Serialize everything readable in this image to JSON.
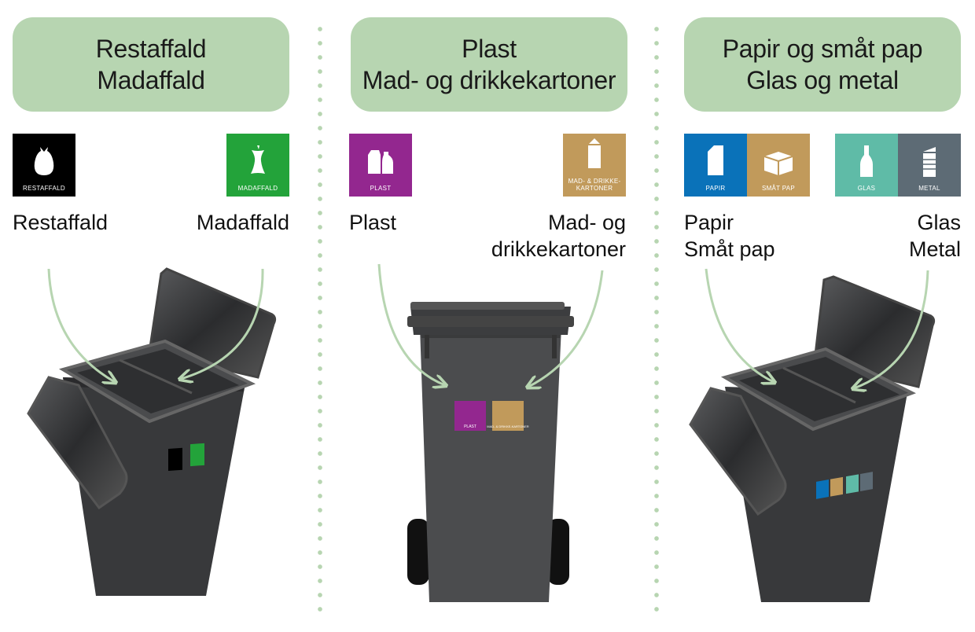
{
  "colors": {
    "header_bg": "#b7d5b1",
    "restaffald": "#000000",
    "madaffald": "#23a33a",
    "plast": "#93278f",
    "mad_drikkekartoner": "#c19a5b",
    "papir": "#0a72b9",
    "smaat_pap": "#c19a5b",
    "glas": "#5fbba7",
    "metal": "#5d6b75",
    "bin": "#3a3b3d"
  },
  "columns": [
    {
      "header": [
        "Restaffald",
        "Madaffald"
      ],
      "tiles": [
        {
          "label": "RESTAFFALD",
          "icon": "trash-bag-icon"
        },
        {
          "label": "MADAFFALD",
          "icon": "apple-core-icon"
        }
      ],
      "labels_left": "Restaffald",
      "labels_right": "Madaffald"
    },
    {
      "header": [
        "Plast",
        "Mad- og drikkekartoner"
      ],
      "tiles": [
        {
          "label": "PLAST",
          "icon": "plastic-bottle-icon"
        },
        {
          "label": "MAD- & DRIKKE-KARTONER",
          "icon": "milk-carton-icon"
        }
      ],
      "labels_left": "Plast",
      "labels_right": [
        "Mad- og",
        "drikkekartoner"
      ],
      "bin_stickers": [
        "PLAST",
        "MAD- & DRIKKE-KARTONER"
      ]
    },
    {
      "header": [
        "Papir og småt pap",
        "Glas og metal"
      ],
      "tiles": [
        {
          "label": "PAPIR",
          "icon": "paper-icon"
        },
        {
          "label": "SMÅT PAP",
          "icon": "box-icon"
        },
        {
          "label": "GLAS",
          "icon": "glass-bottle-icon"
        },
        {
          "label": "METAL",
          "icon": "tin-can-icon"
        }
      ],
      "labels_left": [
        "Papir",
        "Småt pap"
      ],
      "labels_right": [
        "Glas",
        "Metal"
      ]
    }
  ]
}
